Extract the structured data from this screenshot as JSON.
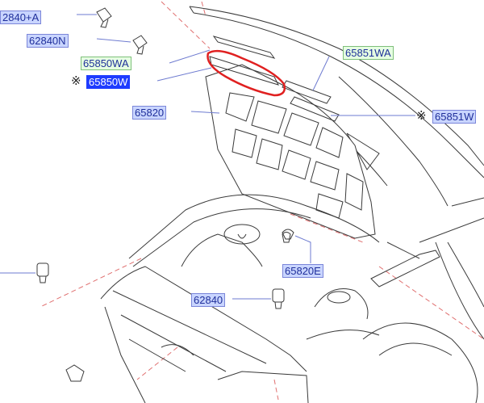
{
  "diagram": {
    "callouts": [
      {
        "id": "c1",
        "text": "2840+A",
        "style": "blue"
      },
      {
        "id": "c2",
        "text": "62840N",
        "style": "blue"
      },
      {
        "id": "c3",
        "text": "65850WA",
        "style": "green"
      },
      {
        "id": "c4",
        "text": "65850W",
        "style": "sel"
      },
      {
        "id": "c5",
        "text": "65820",
        "style": "blue"
      },
      {
        "id": "c6",
        "text": "65851WA",
        "style": "green"
      },
      {
        "id": "c7",
        "text": "65851W",
        "style": "blue"
      },
      {
        "id": "c8",
        "text": "65820E",
        "style": "blue"
      },
      {
        "id": "c9",
        "text": "62840",
        "style": "blue"
      }
    ],
    "marks": [
      "※",
      "※"
    ],
    "colors": {
      "label_blue": "#c9d5ff",
      "label_green": "#e6ffe2",
      "selected": "#1f3cff",
      "highlight": "#e02020",
      "leader": "#6e7bd0",
      "dash": "#e07070"
    }
  }
}
